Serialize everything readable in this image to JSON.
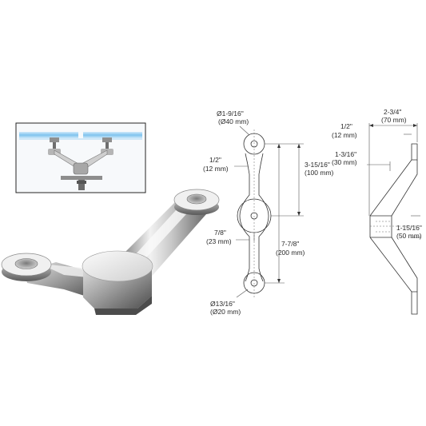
{
  "colors": {
    "chrome_light": "#f4f4f4",
    "chrome_mid": "#b9b9b9",
    "chrome_dark": "#5f5f5f",
    "glass_blue": "#7fc3ee",
    "inset_border": "#222222"
  },
  "front_view": {
    "top_eye_diameter": "Ø1-9/16\"",
    "top_eye_diameter_mm": "(Ø40 mm)",
    "arm_thickness": "1/2\"",
    "arm_thickness_mm": "(12 mm)",
    "center_to_top": "3-15/16\"",
    "center_to_top_mm": "(100 mm)",
    "neck_width": "7/8\"",
    "neck_width_mm": "(23 mm)",
    "overall_height": "7-7/8\"",
    "overall_height_mm": "(200 mm)",
    "bottom_eye_diameter": "Ø13/16\"",
    "bottom_eye_diameter_mm": "(Ø20 mm)"
  },
  "side_view": {
    "overall_depth": "2-3/4\"",
    "overall_depth_mm": "(70 mm)",
    "plate_thickness": "1/2\"",
    "plate_thickness_mm": "(12 mm)",
    "offset": "1-3/16\"",
    "offset_mm": "(30 mm)",
    "hub_height": "1-15/16\"",
    "hub_height_mm": "(50 mm)"
  }
}
